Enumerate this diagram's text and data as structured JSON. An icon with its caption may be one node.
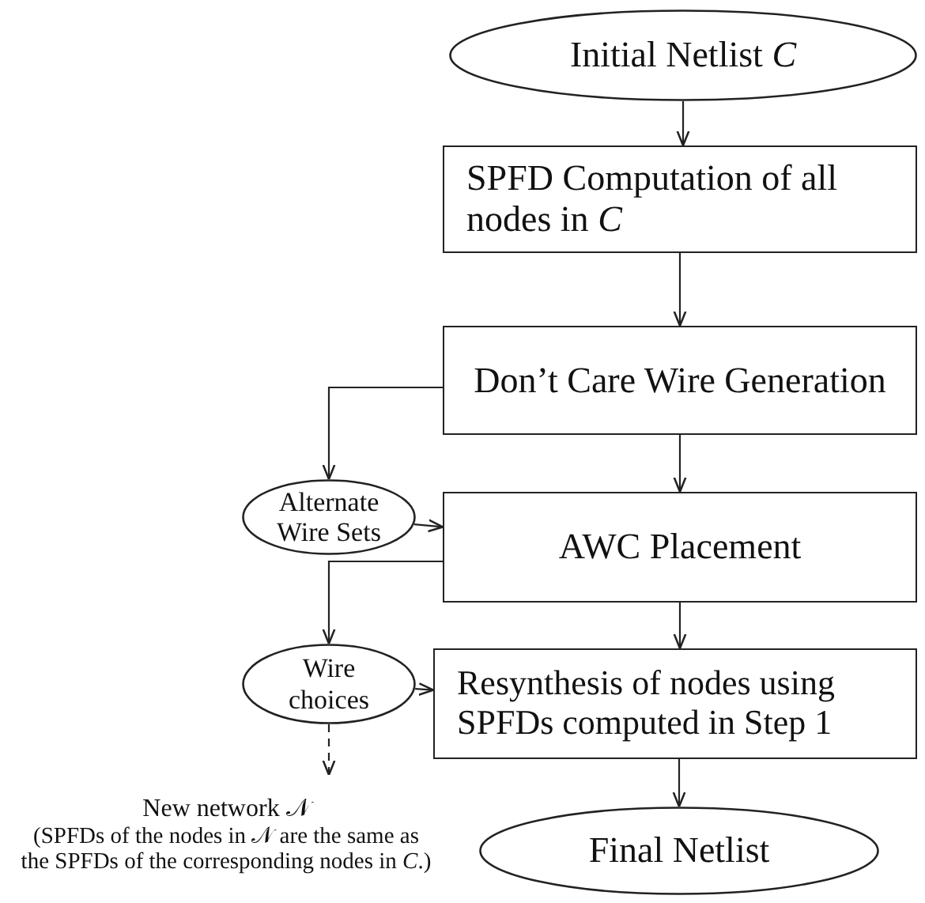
{
  "diagram": {
    "nodes": [
      {
        "text": [
          "Initial Netlist *C*"
        ]
      },
      {
        "text": [
          "SPFD Computation of all nodes in *C*"
        ]
      },
      {
        "text": [
          "Don’t Care Wire Generation"
        ]
      },
      {
        "text": [
          "Alternate Wire Sets"
        ]
      },
      {
        "text": [
          "AWC Placement"
        ]
      },
      {
        "text": [
          "Wire choices"
        ]
      },
      {
        "text": [
          "Resynthesis of nodes using SPFDs computed in Step 1"
        ]
      },
      {
        "text": [
          "Final Netlist"
        ]
      },
      {
        "text": [
          "New network 𝒩",
          "(SPFDs of the nodes in 𝒩 are the same as the SPFDs of the corresponding nodes in *C*.)"
        ]
      }
    ],
    "edges": [
      {
        "from": 0,
        "to": 1,
        "arrow": "to"
      },
      {
        "from": 1,
        "to": 2,
        "arrow": "to"
      },
      {
        "from": 2,
        "to": 4,
        "arrow": "to"
      },
      {
        "from": 4,
        "to": 6,
        "arrow": "to"
      },
      {
        "from": 6,
        "to": 7,
        "arrow": "to"
      },
      {
        "from": 2,
        "to": 3,
        "arrow": "to"
      },
      {
        "from": 3,
        "to": 4,
        "arrow": "to"
      },
      {
        "from": 4,
        "to": 5,
        "arrow": "to"
      },
      {
        "from": 5,
        "to": 6,
        "arrow": "to"
      },
      {
        "from": 5,
        "to": 8,
        "arrow": "to",
        "style": "dashed"
      }
    ]
  }
}
